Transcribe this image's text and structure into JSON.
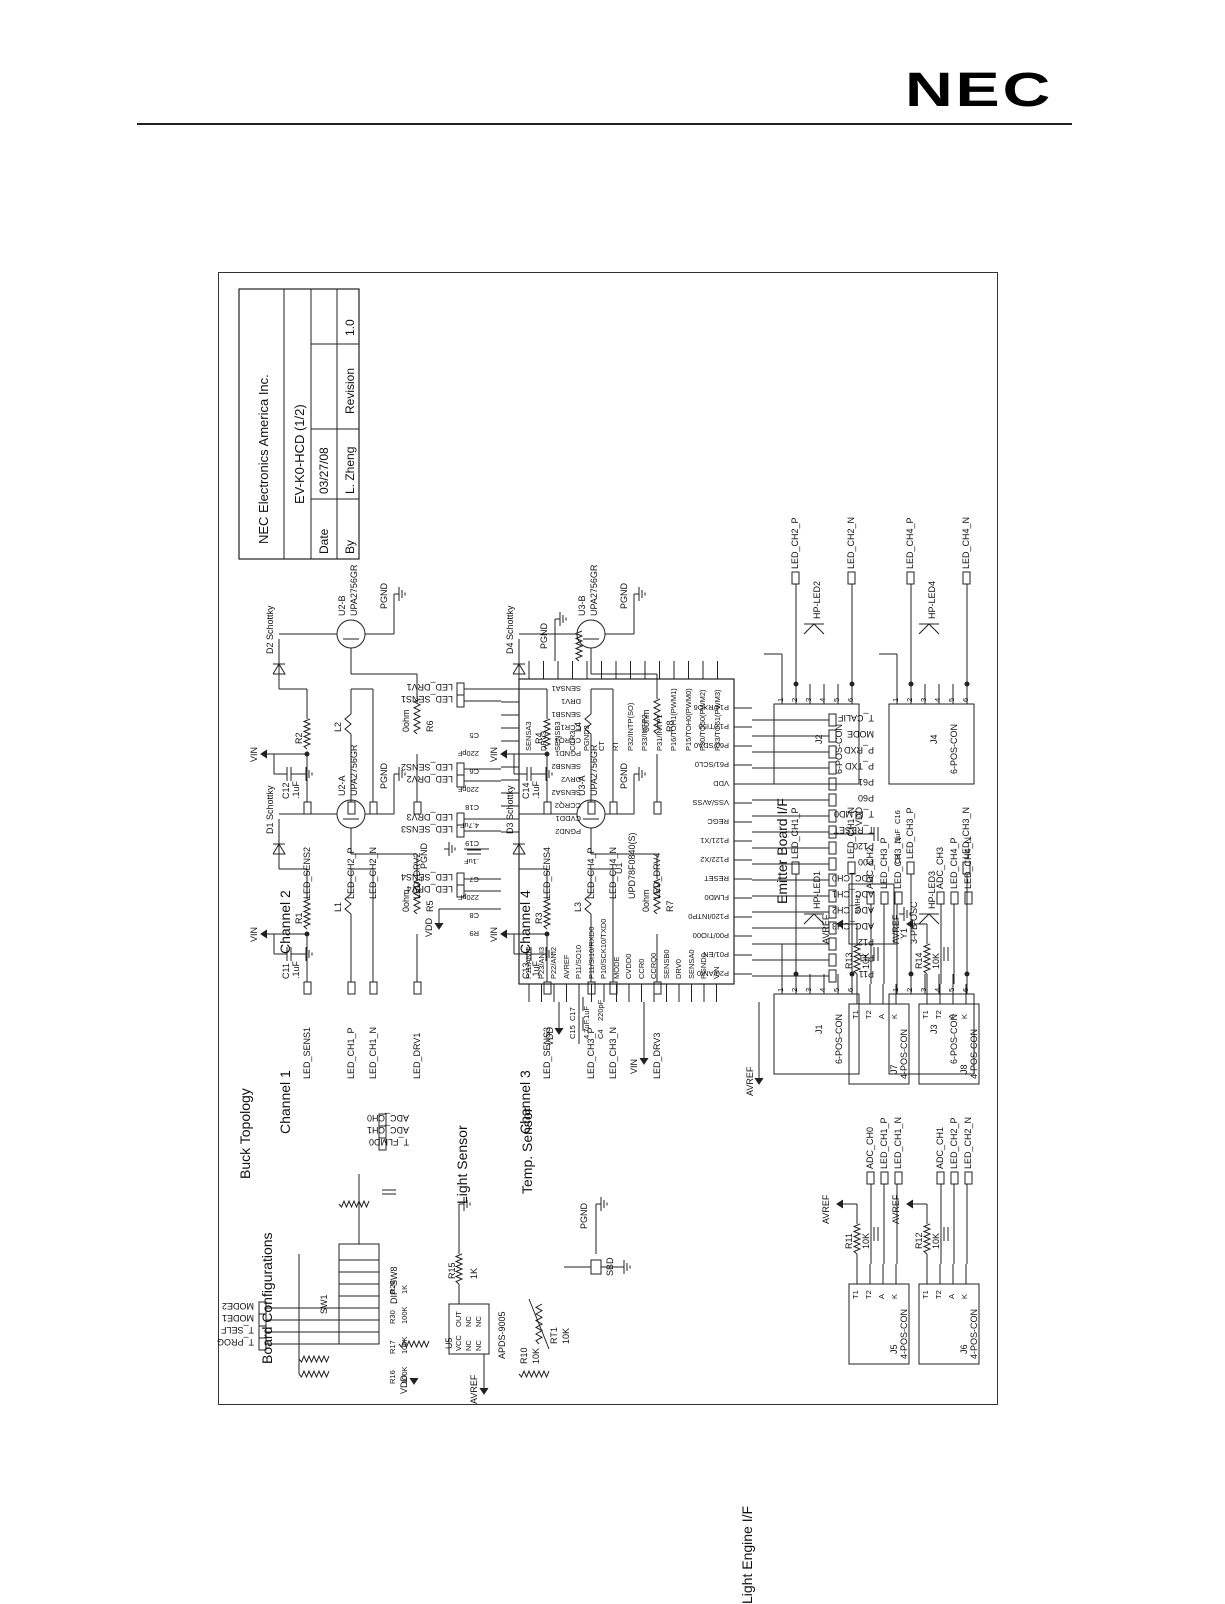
{
  "header": {
    "logo_text": "NEC"
  },
  "sections": {
    "buck_topology": "Buck Topology",
    "channel_1": "Channel 1",
    "channel_2": "Channel 2",
    "channel_3": "Channel 3",
    "channel_4": "Channel 4",
    "board_configurations": "Board Configurations",
    "light_sensor": "Light Sensor",
    "temp_sensor": "Temp. Sensor",
    "emitter_board": "Emitter Board I/F",
    "light_engine": "Light Engine I/F"
  },
  "title_block": {
    "company": "NEC Electronics America Inc.",
    "doc_title": "EV-K0-HCD (1/2)",
    "date_label": "Date",
    "date_value": "03/27/08",
    "by_label": "By",
    "by_value": "L. Zheng",
    "revision_label": "Revision",
    "revision_value": "1.0"
  },
  "channels": [
    {
      "sens": "LED_SENS1",
      "p": "LED_CH1_P",
      "n": "LED_CH1_N",
      "drv": "LED_DRV1",
      "vin": "VIN",
      "cap": "C11",
      "cap_val": ".1uF",
      "res": "R1",
      "ind": "L1",
      "diode": "D1 Schottky",
      "fet": "U2-A",
      "fet_pn": "UPA2756GR",
      "rs": "R5",
      "rs_val": "0ohm",
      "gnd": "PGND"
    },
    {
      "sens": "LED_SENS2",
      "p": "LED_CH2_P",
      "n": "LED_CH2_N",
      "drv": "LED_DRV2",
      "vin": "VIN",
      "cap": "C12",
      "cap_val": ".1uF",
      "res": "R2",
      "ind": "L2",
      "diode": "D2 Schottky",
      "fet": "U2-B",
      "fet_pn": "UPA2756GR",
      "rs": "R6",
      "rs_val": "0ohm",
      "gnd": "PGND"
    },
    {
      "sens": "LED_SENS3",
      "p": "LED_CH3_P",
      "n": "LED_CH3_N",
      "drv": "LED_DRV3",
      "vin": "VIN",
      "cap": "C13",
      "cap_val": ".1uF",
      "res": "R3",
      "ind": "L3",
      "diode": "D3 Schottky",
      "fet": "U3-A",
      "fet_pn": "UPA2756GR",
      "rs": "R7",
      "rs_val": "0ohm",
      "gnd": "PGND"
    },
    {
      "sens": "LED_SENS4",
      "p": "LED_CH4_P",
      "n": "LED_CH4_N",
      "drv": "LED_DRV4",
      "vin": "VIN",
      "cap": "C14",
      "cap_val": ".1uF",
      "res": "R4",
      "ind": "L4",
      "diode": "D4 Schottky",
      "fet": "U3-B",
      "fet_pn": "UPA2756GR",
      "rs": "R8",
      "rs_val": "0ohm",
      "gnd": "PGND"
    }
  ],
  "mcu": {
    "ref": "U1",
    "part": "UPD78F0840(S)",
    "pins_right": [
      "P11/ANI1",
      "P23/ANI3",
      "P22/ANI2",
      "AVREF",
      "P11/SO10",
      "P11/SI10/RXD0",
      "P10/SCK10/TXD0",
      "MODE",
      "CVDD0",
      "CCR0",
      "CCRQ0",
      "SENSB0",
      "DRV0",
      "SENSA0",
      "PGND0",
      "VIN"
    ],
    "pins_top": [
      "SENSA1",
      "DRV1",
      "SENSB1",
      "CCR1",
      "CCRQ1",
      "PGND1",
      "SENSB2",
      "DRV2",
      "SENSA2",
      "CCRQ2",
      "CVDD1",
      "PGND2"
    ],
    "pins_left": [
      "SENSA3",
      "DRV3",
      "SENSB3",
      "CCR3",
      "PGND3",
      "CT",
      "RT",
      "P32/INTP(SO)",
      "P33/INTP2",
      "P31/INTP1",
      "P16/TOH1(PWM1)",
      "P15/TOH0(PWM0)",
      "P30/TO50(PWM2)",
      "P33/TO51(PWM3)"
    ],
    "pins_bottom": [
      "P20/ANI0",
      "P01/EN",
      "P00/TIO00",
      "P120/INTP0",
      "FLMD0",
      "RESET",
      "P122/X2",
      "P121/X1",
      "REGC",
      "VSS/AVSS",
      "VDD",
      "P61/SCL0",
      "P60/SDA0",
      "P17/TI50",
      "P14/RXD6"
    ]
  },
  "nets": {
    "vdd": "VDD",
    "avref": "AVREF",
    "pgnd": "PGND",
    "vin": "VIN",
    "mcu_top_right": [
      "LED_DRV1",
      "LED_SENS1",
      "LED_SENS2",
      "LED_DRV2",
      "LED_DRV3",
      "LED_SENS3",
      "LED_SENS4",
      "LED_DRV4"
    ],
    "mcu_top_caps": [
      "C5",
      "220pF",
      "C6",
      "220pF",
      "C18",
      "4.7uF",
      "C19",
      ".1uF",
      "C7",
      "220pF",
      "C8",
      "R9"
    ],
    "mcu_left_caps": [
      "C15",
      "C17",
      "4.7uF",
      ".1uF",
      "C4",
      "220pF"
    ],
    "mcu_bottom": [
      "P11",
      "P11",
      "P12",
      "ADC_CH3",
      "ADC_CH2",
      "ADC_CH1",
      "ADC_CH0",
      "P00",
      "P120",
      "T_RESET",
      "T_FLMD0",
      "P60",
      "P61",
      "P_TXD",
      "P_RXD",
      "MODE",
      "T_CALIF"
    ],
    "osc": [
      "Y1",
      "8MHz",
      "3-PB-OSC",
      "C3",
      ".1uF",
      "C16"
    ]
  },
  "board_config": {
    "sw": "SW1",
    "sw_part": "DIP-SW8",
    "resistors": [
      "R16",
      "100K",
      "R17",
      "100K",
      "R30",
      "100K",
      "R28",
      "1K"
    ],
    "left_nets": [
      "T_PROG",
      "T_SELF",
      "MODE1",
      "MODE2"
    ],
    "right_nets": [
      "T_FLMD0",
      "ADC_CH1",
      "ADC_CH0"
    ],
    "vdd": "VDD"
  },
  "light_sensor": {
    "ref": "U5",
    "part": "APDS-9005",
    "pins": [
      "VCC",
      "OUT",
      "NC",
      "NC",
      "NC",
      "NC"
    ],
    "res": "R15",
    "res_val": "1K",
    "avref": "AVREF"
  },
  "temp_sensor": {
    "r1": "R10",
    "r1_val": "10K",
    "rt": "RT1",
    "rt_val": "10K",
    "sbd": "SBD",
    "gnd": "PGND"
  },
  "emitter_connectors": [
    {
      "ref": "J1",
      "type": "6-POS-CON",
      "led": "HP-LED1",
      "p": "LED_CH1_P",
      "n": "LED_CH1_N",
      "pins": [
        "1",
        "2",
        "3",
        "4",
        "5",
        "6"
      ]
    },
    {
      "ref": "J2",
      "type": "6-POS-CON",
      "led": "HP-LED2",
      "p": "LED_CH2_P",
      "n": "LED_CH2_N",
      "pins": [
        "1",
        "2",
        "3",
        "4",
        "5",
        "6"
      ]
    },
    {
      "ref": "J3",
      "type": "6-POS-CON",
      "led": "HP-LED3",
      "p": "LED_CH3_P",
      "n": "LED_CH3_N",
      "pins": [
        "1",
        "2",
        "3",
        "4",
        "5",
        "6"
      ]
    },
    {
      "ref": "J4",
      "type": "6-POS-CON",
      "led": "HP-LED4",
      "p": "LED_CH4_P",
      "n": "LED_CH4_N",
      "pins": [
        "1",
        "2",
        "3",
        "4",
        "5",
        "6"
      ]
    }
  ],
  "light_engine_connectors": [
    {
      "ref": "J5",
      "type": "4-POS-CON",
      "res": "R11",
      "res_val": "10K",
      "adc": "ADC_CH0",
      "p": "LED_CH1_P",
      "n": "LED_CH1_N",
      "avref": "AVREF",
      "pins": [
        "T1",
        "T2",
        "A",
        "K"
      ]
    },
    {
      "ref": "J6",
      "type": "4-POS-CON",
      "res": "R12",
      "res_val": "10K",
      "adc": "ADC_CH1",
      "p": "LED_CH2_P",
      "n": "LED_CH2_N",
      "avref": "AVREF",
      "pins": [
        "T1",
        "T2",
        "A",
        "K"
      ]
    },
    {
      "ref": "J7",
      "type": "4-POS-CON",
      "res": "R13",
      "res_val": "10K",
      "adc": "ADC_CH2",
      "p": "LED_CH3_P",
      "n": "LED_CH3_N",
      "avref": "AVREF",
      "pins": [
        "T1",
        "T2",
        "A",
        "K"
      ]
    },
    {
      "ref": "J8",
      "type": "4-POS-CON",
      "res": "R14",
      "res_val": "10K",
      "adc": "ADC_CH3",
      "p": "LED_CH4_P",
      "n": "LED_CH4_N",
      "avref": "AVREF",
      "pins": [
        "T1",
        "T2",
        "A",
        "K"
      ]
    }
  ]
}
